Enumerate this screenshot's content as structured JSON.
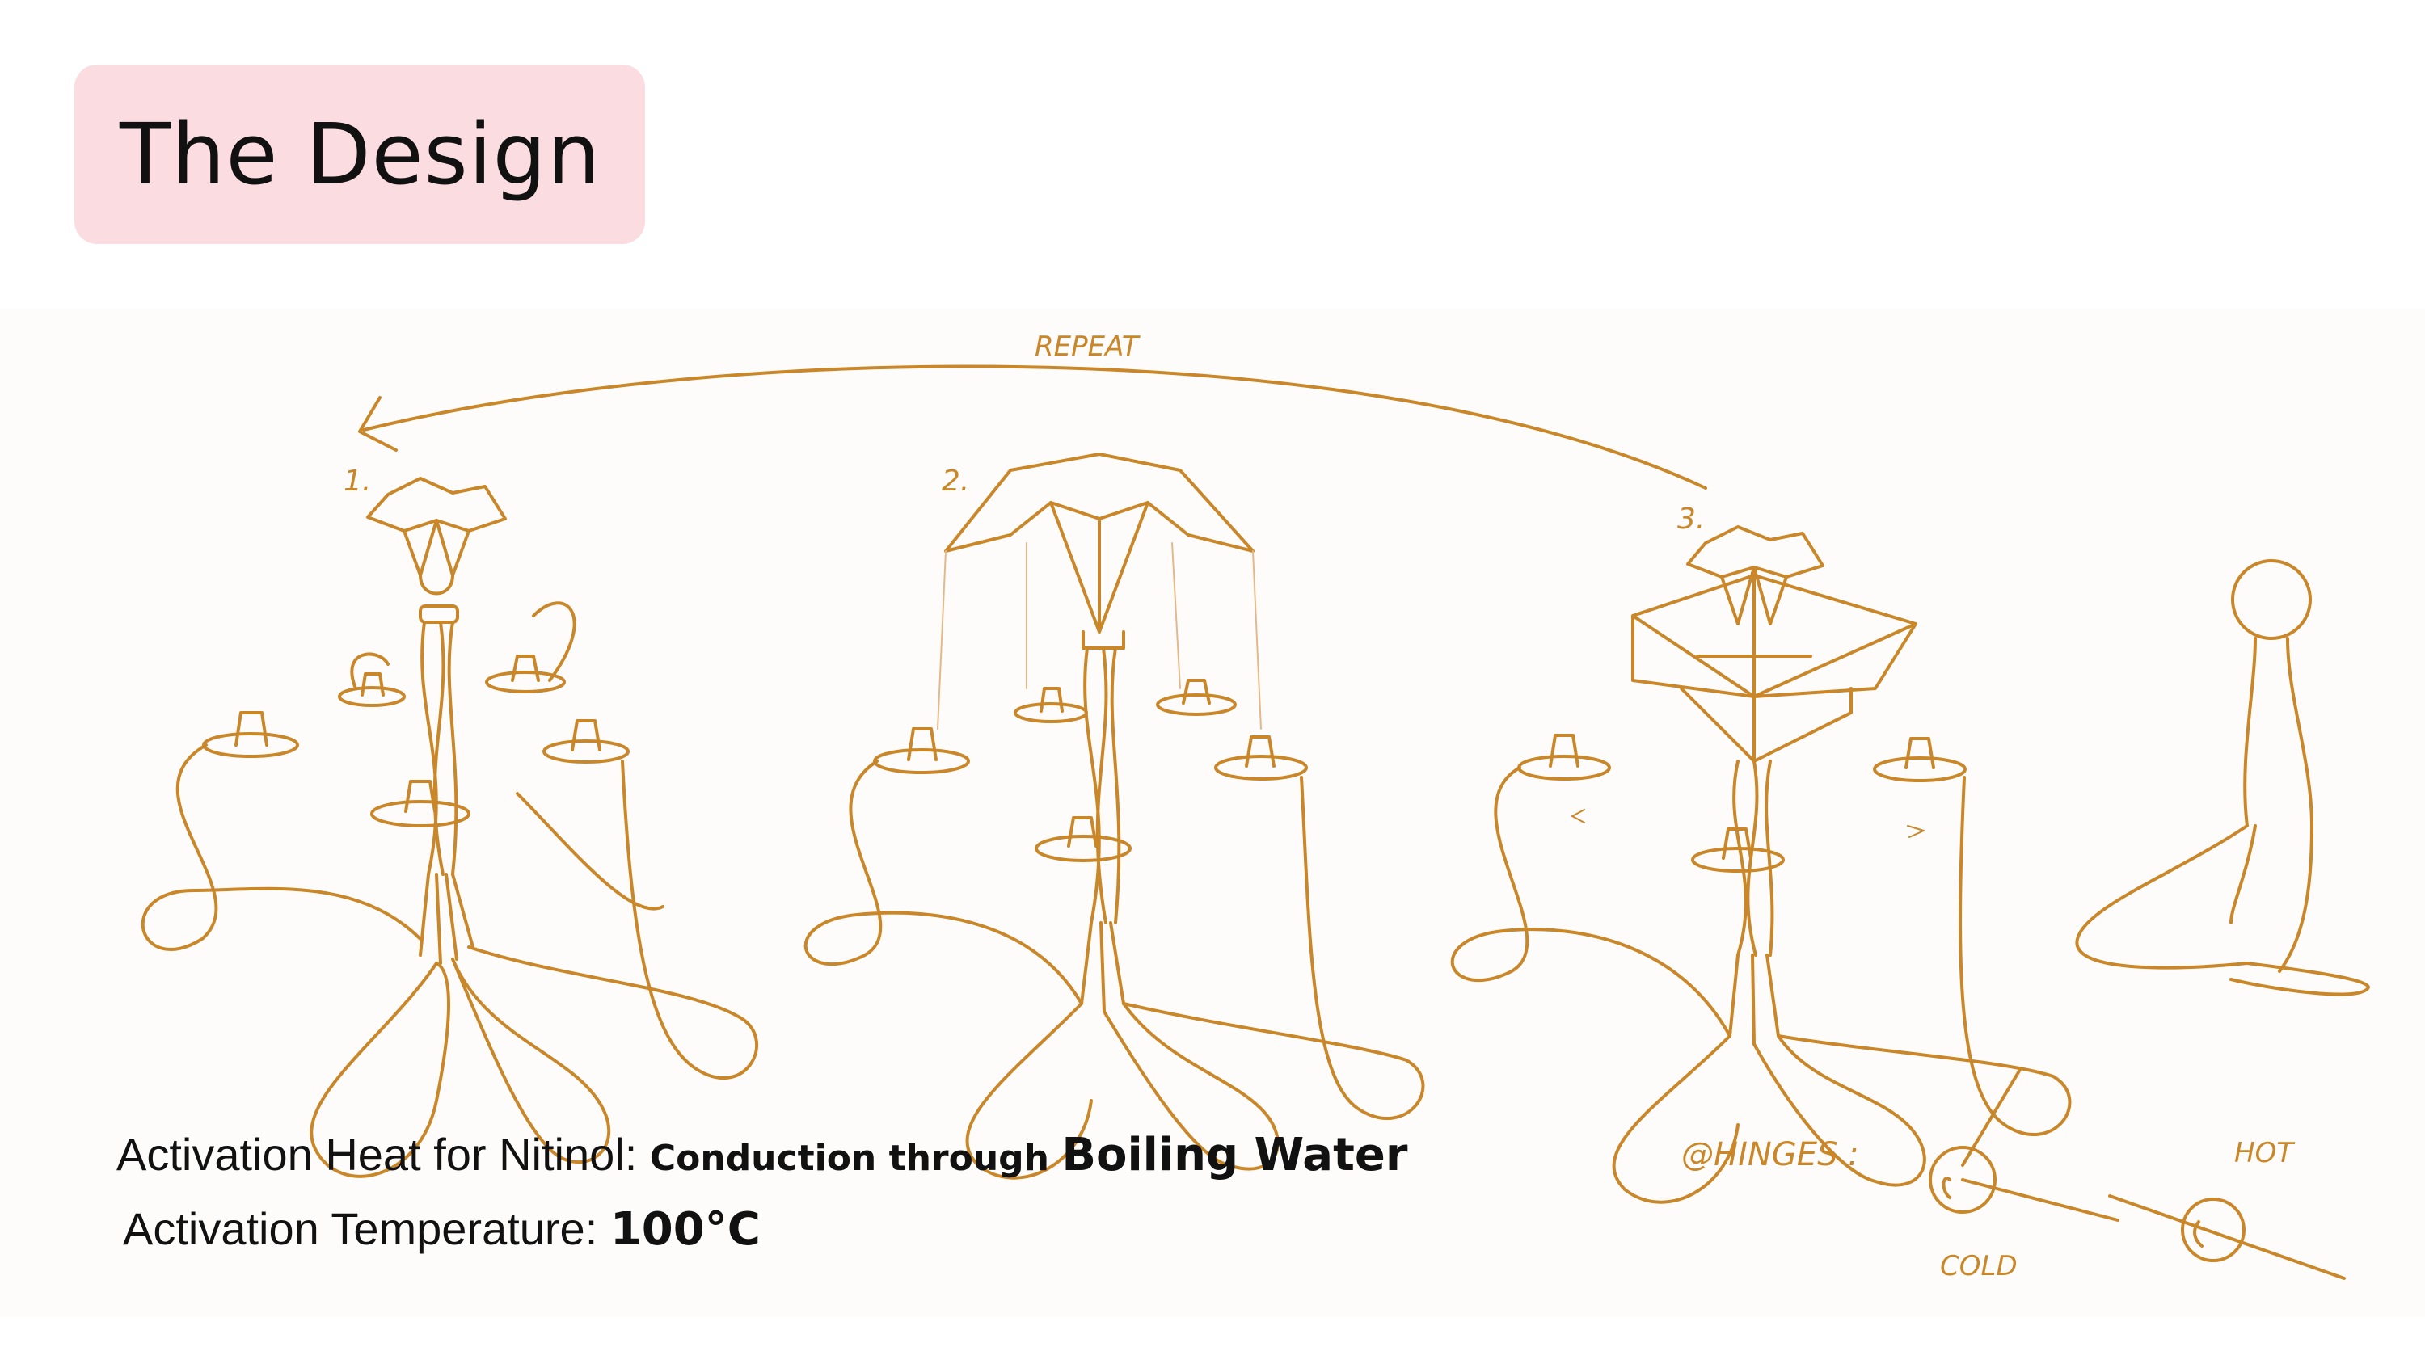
{
  "slide": {
    "title": "The Design"
  },
  "sketch": {
    "repeat_label": "REPEAT",
    "stage_1": "1.",
    "stage_2": "2.",
    "stage_3": "3.",
    "hinges_label": "@HINGES :",
    "cold_label": "COLD",
    "hot_label": "HOT",
    "ink_color": "#c9872a"
  },
  "captions": {
    "heat_prefix": "Activation Heat for Nitinol: ",
    "heat_method": "Conduction through ",
    "heat_medium": "Boiling Water",
    "temp_prefix": "Activation Temperature: ",
    "temp_value": "100°C"
  }
}
